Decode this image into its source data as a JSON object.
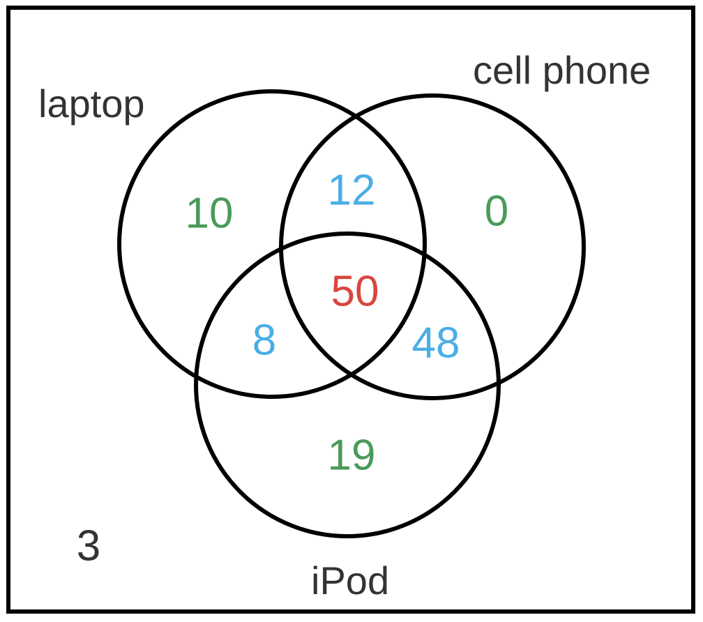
{
  "sets": {
    "laptop": "laptop",
    "cell_phone": "cell phone",
    "ipod": "iPod"
  },
  "regions": {
    "laptop_only": "10",
    "cell_phone_only": "0",
    "ipod_only": "19",
    "laptop_and_cell_phone": "12",
    "laptop_and_ipod": "8",
    "cell_phone_and_ipod": "48",
    "all_three": "50",
    "none": "3"
  },
  "colors": {
    "single_set": "#4a9a5a",
    "two_sets": "#4aaee6",
    "all_three": "#d9453f",
    "none": "#333333",
    "outline": "#000000"
  }
}
